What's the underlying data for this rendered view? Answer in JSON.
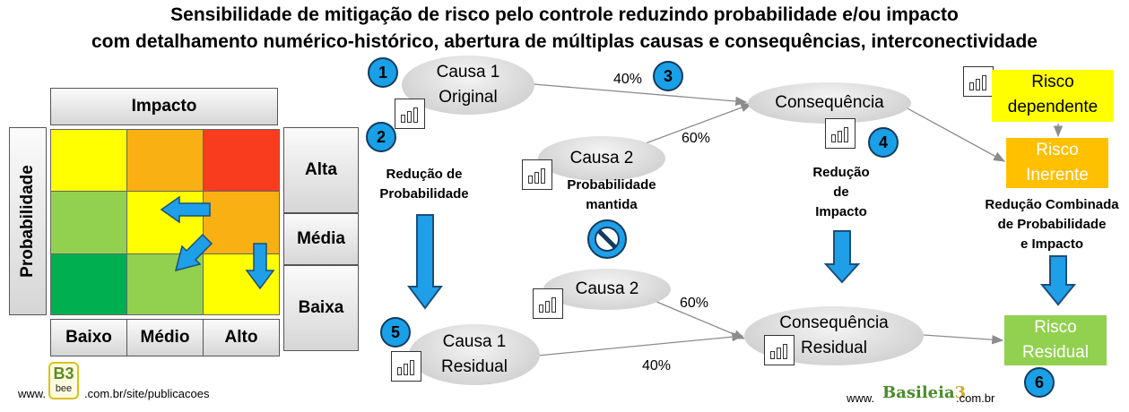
{
  "title": {
    "line1": "Sensibilidade de mitigação de risco pelo controle reduzindo probabilidade e/ou impacto",
    "line2": "com detalhamento numérico-histórico, abertura de múltiplas causas e consequências, interconectividade"
  },
  "matrix": {
    "impact_header": "Impacto",
    "probability_header": "Probabilidade",
    "impact_levels": [
      "Baixo",
      "Médio",
      "Alto"
    ],
    "probability_levels": [
      "Alta",
      "Média",
      "Baixa"
    ],
    "colors": {
      "red": "#fa3c1e",
      "orange": "#f8b012",
      "yellow": "#ffff00",
      "light_green": "#92d050",
      "dark_green": "#00b050",
      "arrow": "#1f9fe8"
    }
  },
  "badges": [
    "1",
    "2",
    "3",
    "4",
    "5",
    "6"
  ],
  "nodes": {
    "causa1_original": [
      "Causa 1",
      "Original"
    ],
    "causa2_top": [
      "Causa 2"
    ],
    "consequencia": [
      "Consequência"
    ],
    "causa2_bottom": [
      "Causa 2"
    ],
    "causa1_residual": [
      "Causa 1",
      "Residual"
    ],
    "consequencia_residual": [
      "Consequência",
      "Residual"
    ]
  },
  "percentages": {
    "top_c1": "40%",
    "top_c2": "60%",
    "bottom_c2": "60%",
    "bottom_c1": "40%"
  },
  "labels": {
    "reducao_probabilidade": [
      "Redução de",
      "Probabilidade"
    ],
    "probabilidade_mantida": [
      "Probabilidade",
      "mantida"
    ],
    "reducao_impacto": [
      "Redução",
      "de",
      "Impacto"
    ],
    "reducao_combinada": [
      "Redução Combinada",
      "de Probabilidade",
      "e Impacto"
    ]
  },
  "risks": {
    "dependente": {
      "lines": [
        "Risco",
        "dependente"
      ],
      "bg": "#ffff00",
      "fg": "#000000"
    },
    "inerente": {
      "lines": [
        "Risco",
        "Inerente"
      ],
      "bg": "#ffc000",
      "fg": "#ffffff"
    },
    "residual": {
      "lines": [
        "Risco",
        "Residual"
      ],
      "bg": "#92d050",
      "fg": "#ffffff"
    }
  },
  "footer": {
    "left_prefix": "www.",
    "logo_b3": "B3",
    "logo_bee": "bee",
    "left_suffix": ".com.br/site/publicacoes",
    "right_prefix": "www.",
    "right_brand": "Basileia",
    "right_brand_num": "3",
    "right_suffix": ".com.br"
  }
}
